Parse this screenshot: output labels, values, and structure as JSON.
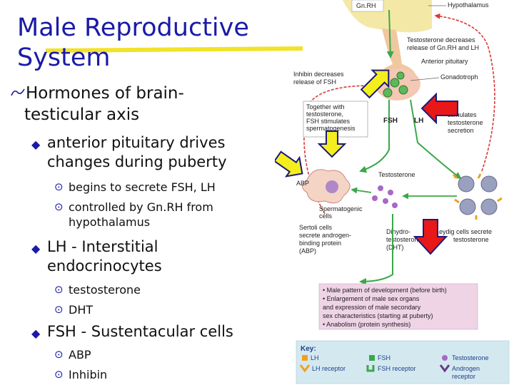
{
  "slide": {
    "title_line1": "Male Reproductive",
    "title_line2": "System",
    "bullet1_line1": "Hormones of brain-",
    "bullet1_line2": "testicular axis",
    "sub1_line1": "anterior pituitary drives",
    "sub1_line2": "changes during puberty",
    "sub1_items": [
      "begins to secrete FSH, LH",
      "controlled by Gn.RH from",
      "hypothalamus"
    ],
    "sub2_line1": "LH - Interstitial",
    "sub2_line2": "endocrinocytes",
    "sub2_items": [
      "testosterone",
      "DHT"
    ],
    "sub3_line1": "FSH - Sustentacular cells",
    "sub3_items": [
      "ABP",
      "Inhibin"
    ]
  },
  "diagram": {
    "gnrh": "Gn.RH",
    "hypothalamus": "Hypothalamus",
    "testo_decreases_1": "Testosterone decreases",
    "testo_decreases_2": "release of Gn.RH and LH",
    "anterior_pituitary": "Anterior pituitary",
    "inhibin_1": "Inhibin decreases",
    "inhibin_2": "release of FSH",
    "gonadotroph": "Gonadotroph",
    "together_1": "Together with",
    "together_2": "testosterone,",
    "together_3": "FSH stimulates",
    "together_4": "spermatogenesis",
    "fsh": "FSH",
    "lh": "LH",
    "stim_1": "stimulates",
    "stim_2": "testosterone",
    "stim_3": "secretion",
    "abp": "ABP",
    "testosterone": "Testosterone",
    "spermato_1": "Spermatogenic",
    "spermato_2": "cells",
    "sertoli_1": "Sertoli cells",
    "sertoli_2": "secrete androgen-",
    "sertoli_3": "binding protein",
    "sertoli_4": "(ABP)",
    "dht_1": "Dihydro-",
    "dht_2": "testosterone",
    "dht_3": "(DHT)",
    "leydig_1": "Leydig cells secrete",
    "leydig_2": "testosterone",
    "effects": [
      "• Male pattern of development (before birth)",
      "• Enlargement of male sex organs",
      "  and expression of male secondary",
      "  sex characteristics (starting at puberty)",
      "• Anabolism (protein synthesis)"
    ],
    "key_title": "Key:",
    "key_lh": "LH",
    "key_lh_receptor": "LH receptor",
    "key_fsh": "FSH",
    "key_fsh_receptor": "FSH receptor",
    "key_testosterone": "Testosterone",
    "key_androgen_1": "Androgen",
    "key_androgen_2": "receptor"
  },
  "colors": {
    "title": "#1a1aa8",
    "title_bar": "#f2e22a",
    "arrow_yellow": "#f4ee1e",
    "arrow_red": "#e81818",
    "arrow_outline": "#1a1a7a",
    "feedback_red": "#d83a3a",
    "stimulate_green": "#3aa84a",
    "effects_box": "#efd4e6",
    "key_box": "#d4e9ef"
  }
}
